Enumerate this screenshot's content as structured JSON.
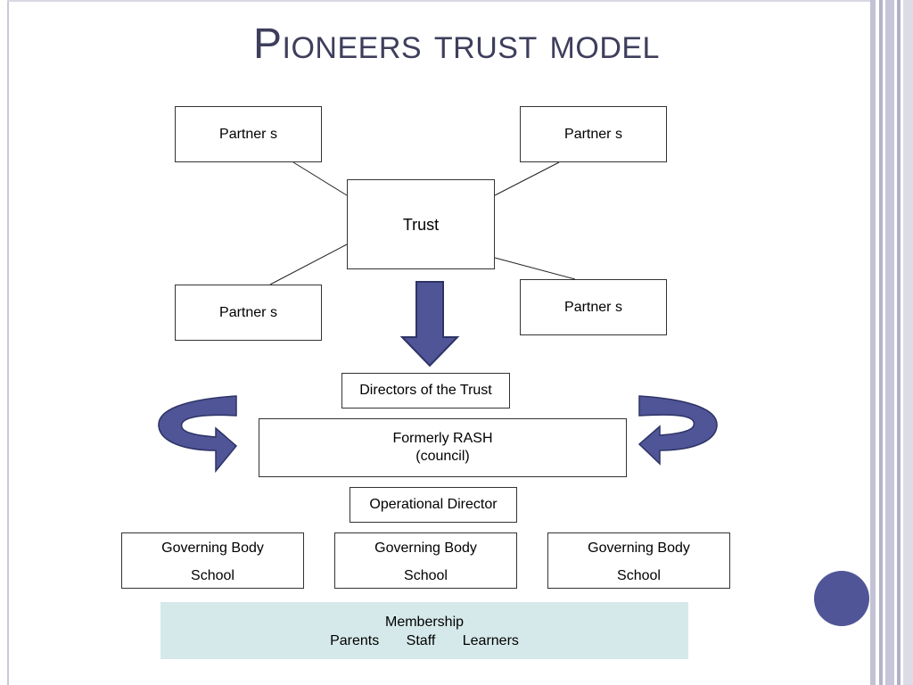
{
  "title": "Pioneers trust model",
  "partners": [
    "Partner s",
    "Partner s",
    "Partner s",
    "Partner s"
  ],
  "trust": "Trust",
  "directors": "Directors of the Trust",
  "rash": {
    "line1": "Formerly RASH",
    "line2": "(council)"
  },
  "operational_director": "Operational Director",
  "governing_bodies": [
    {
      "line1": "Governing Body",
      "line2": "School"
    },
    {
      "line1": "Governing Body",
      "line2": "School"
    },
    {
      "line1": "Governing Body",
      "line2": "School"
    }
  ],
  "membership": {
    "heading": "Membership",
    "groups": [
      "Parents",
      "Staff",
      "Learners"
    ]
  },
  "colors": {
    "arrow_fill": "#4f5596",
    "arrow_stroke": "#2e3366",
    "membership_bg": "#d6e9ea",
    "title": "#3e3e5c"
  }
}
